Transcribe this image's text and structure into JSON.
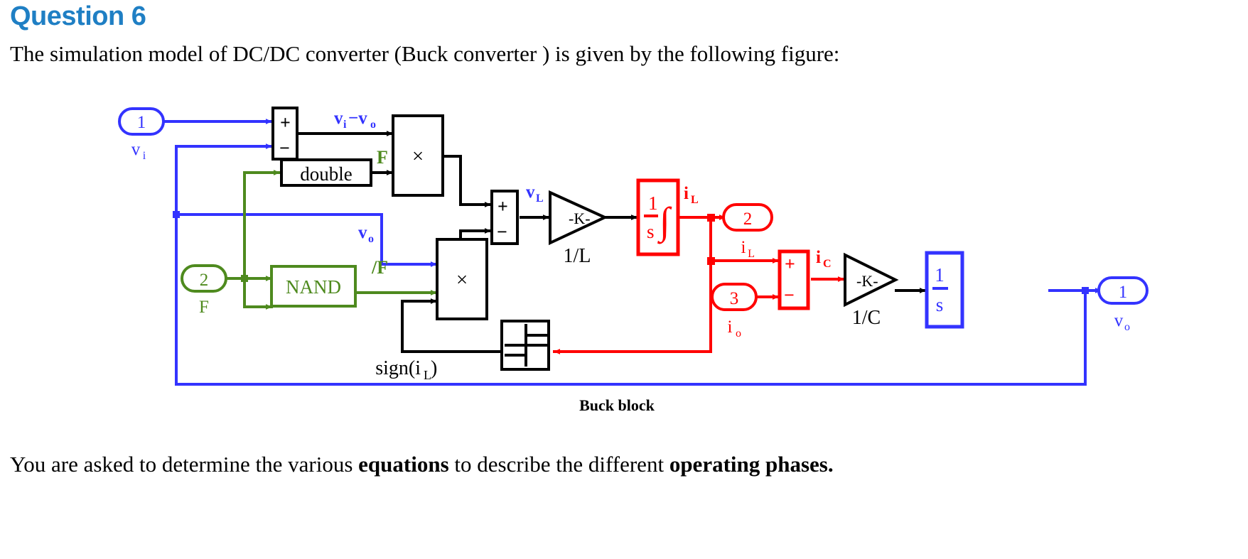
{
  "question": {
    "title": "Question 6",
    "intro": "The simulation model of DC/DC converter (Buck converter ) is given by the following figure:",
    "outro_parts": {
      "p1": "You are asked to determine the various ",
      "b1": "equations",
      "p2": " to describe the different ",
      "b2": "operating phases."
    }
  },
  "figure": {
    "caption": "Buck block",
    "colors": {
      "blue": "#3333ff",
      "green": "#4e8a1e",
      "red": "#ff0000",
      "black": "#000000",
      "title_blue": "#1f7fc4"
    },
    "ports": {
      "in1_num": "1",
      "in1_label": "v",
      "in1_label_sub": "i",
      "in2_num": "2",
      "in2_label": "F",
      "in3_num": "3",
      "in3_label": "i",
      "in3_label_sub": "o",
      "out2_num": "2",
      "out2_label": "i",
      "out2_label_sub": "L",
      "out1_num": "1",
      "out1_label": "v",
      "out1_label_sub": "o"
    },
    "blocks": {
      "sum1_plus": "+",
      "sum1_minus": "−",
      "double": "double",
      "mult1": "×",
      "nand": "NAND",
      "mult2": "×",
      "sum2_plus": "+",
      "sum2_minus": "−",
      "gain_L": "-K-",
      "gain_L_label": "1/L",
      "integrator_L_num": "1",
      "integrator_L_den": "s",
      "integrator_L_sym": "∫",
      "sum3_plus": "+",
      "sum3_minus": "−",
      "gain_C": "-K-",
      "gain_C_label": "1/C",
      "integrator_C_num": "1",
      "integrator_C_den": "s",
      "sign_label": "sign(i",
      "sign_label_sub": "L",
      "sign_label_end": ")"
    },
    "signal_labels": {
      "vi_minus_vo": "v",
      "vi_minus_vo_sub1": "i",
      "vi_minus_vo_mid": "−v",
      "vi_minus_vo_sub2": "o",
      "F": "F",
      "notF": "/F",
      "vo": "v",
      "vo_sub": "o",
      "vL": "v",
      "vL_sub": "L",
      "iL_top": "i",
      "iL_top_sub": "L",
      "iC": "i",
      "iC_sub": "C"
    }
  }
}
